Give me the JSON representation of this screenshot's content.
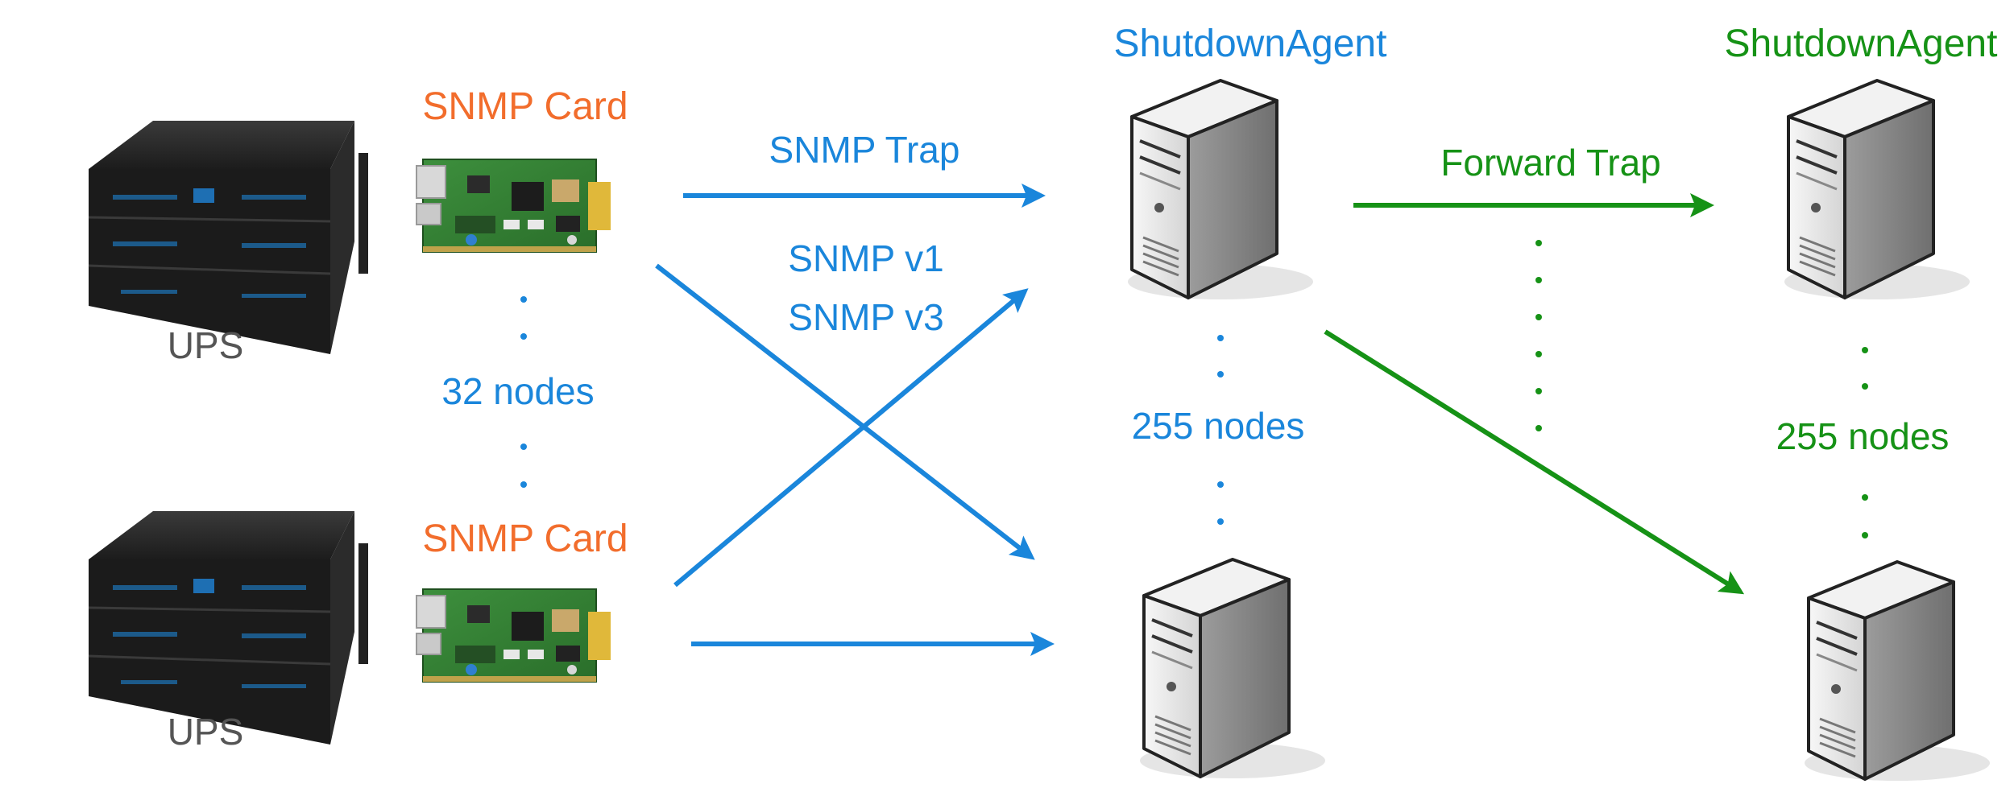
{
  "colors": {
    "snmp_blue": "#1a86db",
    "card_orange": "#f26d2c",
    "forward_green": "#169216",
    "label_gray": "#555555"
  },
  "ups": {
    "top_label": "UPS",
    "bottom_label": "UPS",
    "icon": "ups-rack-icon"
  },
  "snmp_card": {
    "top_label": "SNMP Card",
    "bottom_label": "SNMP Card",
    "nodes_label": "32 nodes",
    "icon": "network-card-icon"
  },
  "snmp_links": {
    "trap_label": "SNMP Trap",
    "v1_label": "SNMP v1",
    "v3_label": "SNMP v3"
  },
  "primary_agents": {
    "title": "ShutdownAgent",
    "nodes_label": "255 nodes",
    "icon": "server-tower-icon"
  },
  "forward": {
    "trap_label": "Forward Trap"
  },
  "secondary_agents": {
    "title": "ShutdownAgent",
    "nodes_label": "255 nodes",
    "icon": "server-tower-icon"
  }
}
